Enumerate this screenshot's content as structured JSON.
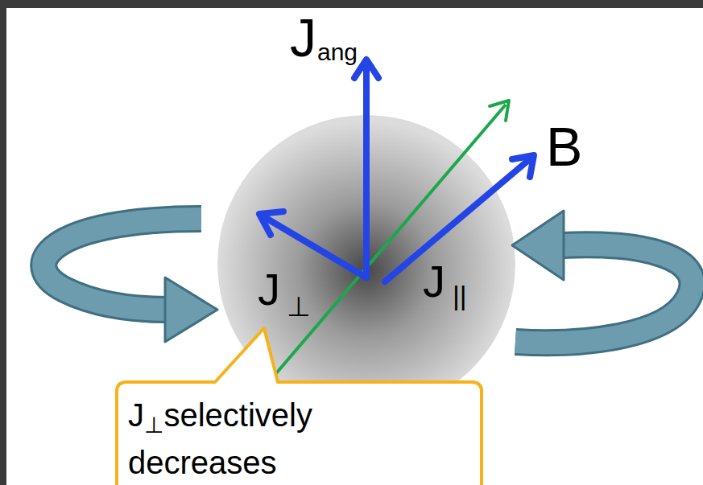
{
  "diagram": {
    "nodes": [
      {
        "text": [
          "J",
          "⊥",
          "selectively decreases"
        ]
      }
    ],
    "labels": [
      "J",
      "ang",
      "B",
      "J",
      "⊥",
      "J",
      "||"
    ]
  }
}
